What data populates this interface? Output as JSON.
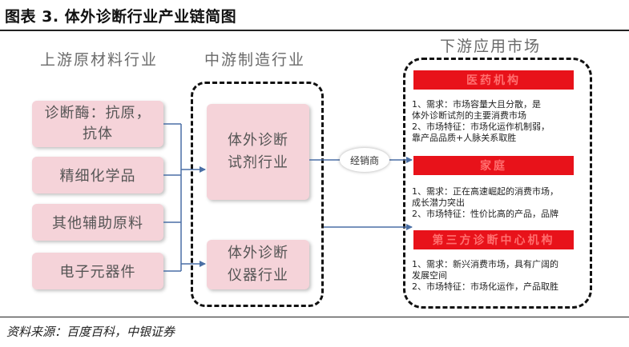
{
  "title": "图表 3. 体外诊断行业产业链简图",
  "source": "资料来源：百度百科，中银证券",
  "columns": {
    "upstream": "上游原材料行业",
    "midstream": "中游制造行业",
    "downstream": "下游应用市场"
  },
  "upstream_items": [
    {
      "line1": "诊断酶：抗原，",
      "line2": "抗体"
    },
    {
      "line1": "精细化学品"
    },
    {
      "line1": "其他辅助原料"
    },
    {
      "line1": "电子元器件"
    }
  ],
  "midstream_items": [
    {
      "line1": "体外诊断",
      "line2": "试剂行业"
    },
    {
      "line1": "体外诊断",
      "line2": "仪器行业"
    }
  ],
  "dealer": "经销商",
  "markets": [
    {
      "name": "医药机构",
      "lines": [
        "1、需求：市场容量大且分散，是",
        "体外诊断试剂的主要消费市场",
        "2、市场特征：市场化运作机制弱，",
        "靠产品品质+人脉关系取胜"
      ]
    },
    {
      "name": "家庭",
      "lines": [
        "1、需求：正在高速崛起的消费市场，",
        "成长潜力突出",
        "2、市场特征：性价比高的产品，品牌"
      ]
    },
    {
      "name": "第三方诊断中心机构",
      "lines": [
        "1、需求：新兴消费市场，具有广阔的",
        "发展空间",
        "2、市场特征：市场化运作，产品取胜"
      ]
    }
  ],
  "colors": {
    "box_fill": "#f5d3d9",
    "bar_red": "#e8121a",
    "arrow": "#4a6fa5"
  }
}
